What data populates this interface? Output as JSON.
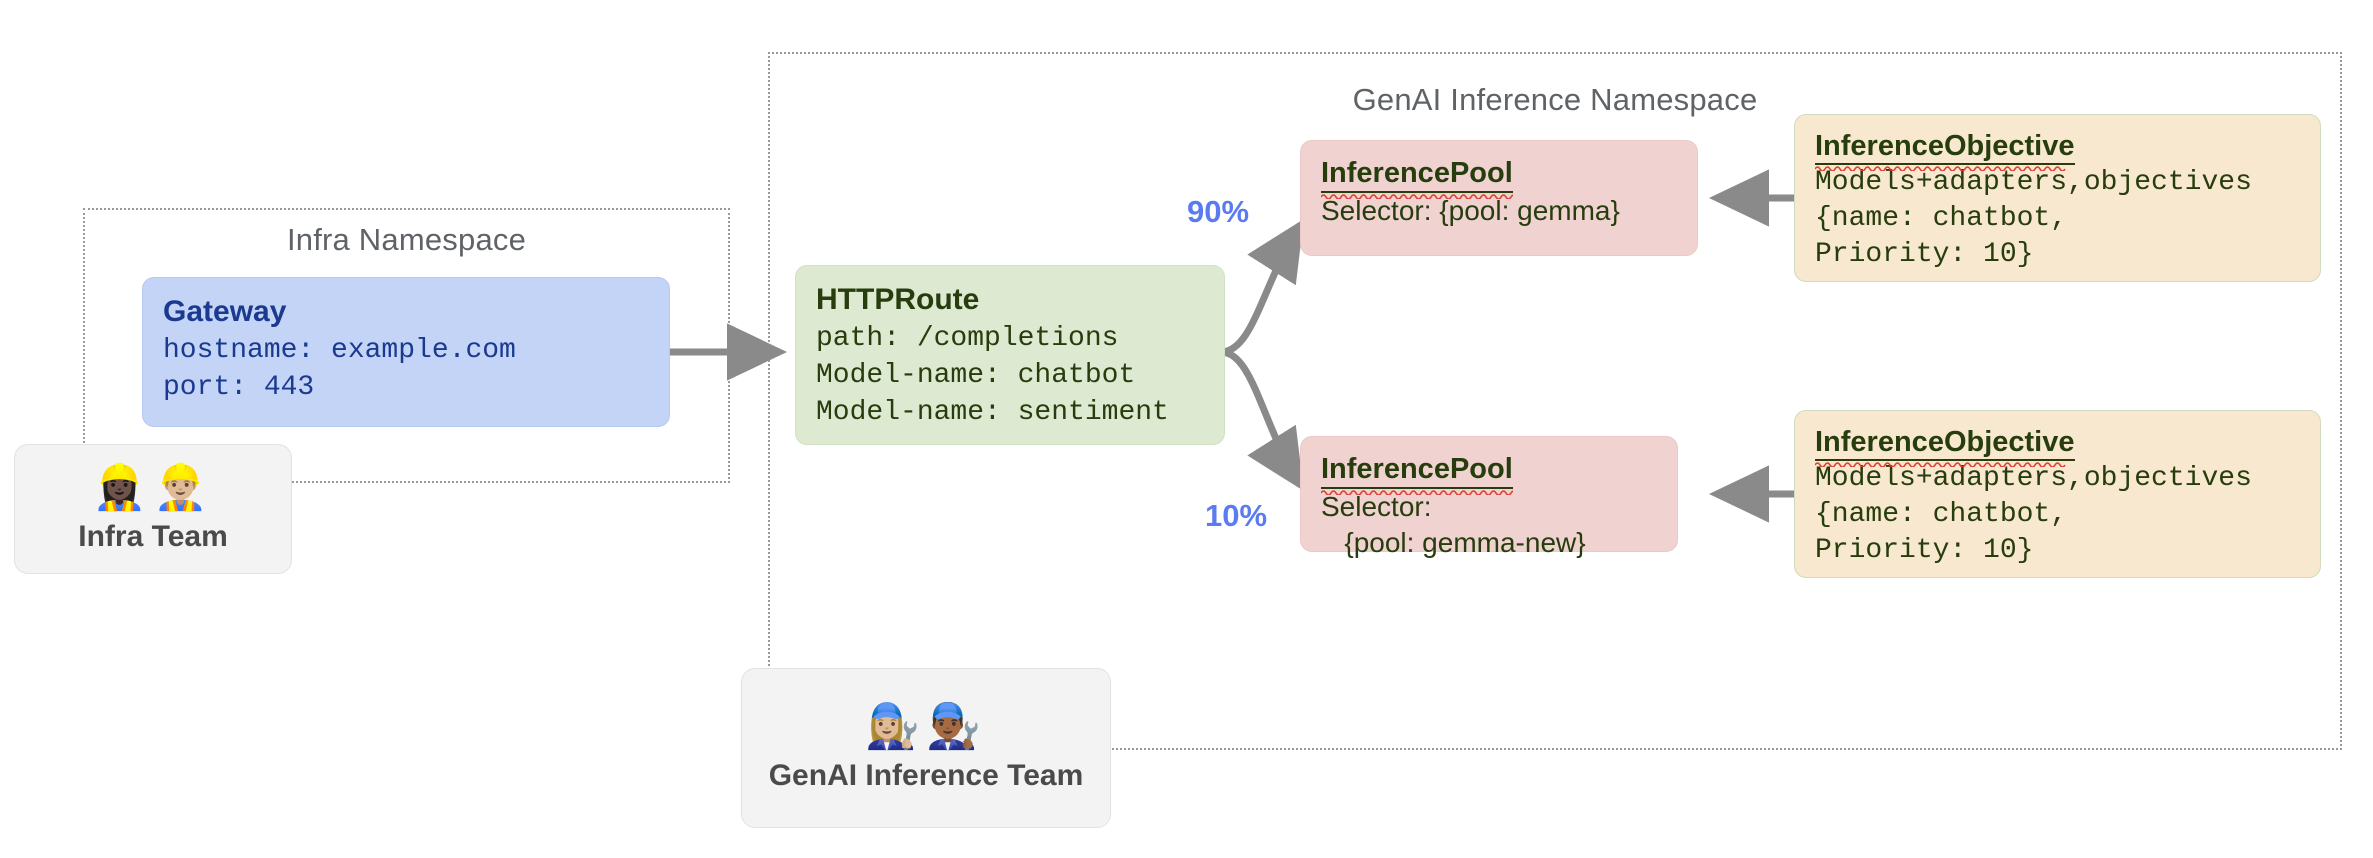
{
  "namespaces": [
    {
      "id": "infra",
      "title": "Infra Namespace"
    },
    {
      "id": "genai",
      "title": "GenAI Inference Namespace"
    }
  ],
  "gateway": {
    "title": "Gateway",
    "body": "hostname: example.com\nport: 443"
  },
  "httproute": {
    "title": "HTTPRoute",
    "body": "path: /completions\nModel-name: chatbot\nModel-name: sentiment"
  },
  "pools": [
    {
      "title": "InferencePool",
      "body": "Selector: {pool: gemma}"
    },
    {
      "title": "InferencePool",
      "body": "Selector:\n   {pool: gemma-new}"
    }
  ],
  "objectives": [
    {
      "title": "InferenceObjective",
      "body": "Models+adapters,objectives\n{name: chatbot,\nPriority: 10}"
    },
    {
      "title": "InferenceObjective",
      "body": "Models+adapters,objectives\n{name: chatbot,\nPriority: 10}"
    }
  ],
  "teams": [
    {
      "id": "infra-team",
      "label": "Infra Team",
      "emojis": "👷🏿‍♀️👷🏼‍♂️"
    },
    {
      "id": "genai-team",
      "label": "GenAI Inference Team",
      "emojis": "👩🏼‍🔧👨🏾‍🔧"
    }
  ],
  "edge_weights": [
    {
      "id": "weight-90",
      "label": "90%"
    },
    {
      "id": "weight-10",
      "label": "10%"
    }
  ],
  "colors": {
    "gateway_fill": "#c3d4f7",
    "gateway_text": "#1b3a8f",
    "httproute_fill": "#dee9d2",
    "pool_fill": "#f0d3d0",
    "objective_fill": "#f7e8cf",
    "resource_text": "#273d0d",
    "weight_text": "#5b7cf0",
    "connector": "#8a8a8a",
    "namespace_border": "#9a9a9a",
    "team_card_fill": "#f3f3f3",
    "spellcheck_underline": "#e03b2f"
  }
}
